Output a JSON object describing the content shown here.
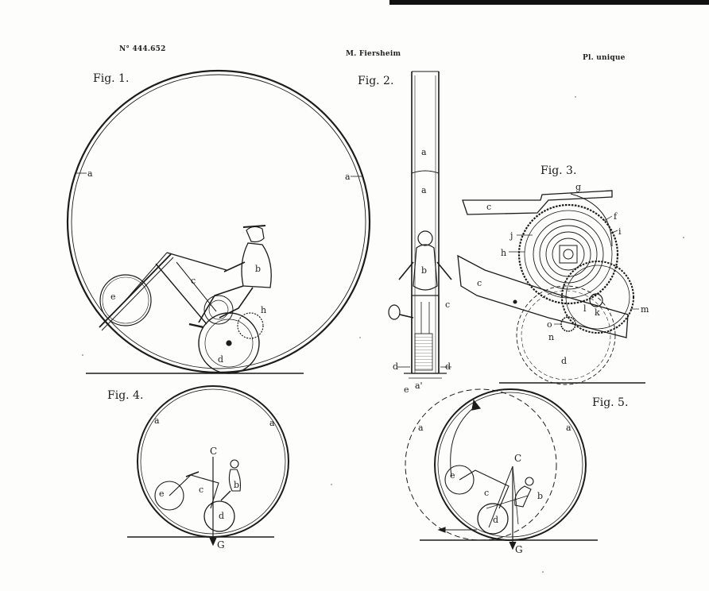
{
  "header": {
    "patent_number": "N° 444.652",
    "inventor": "M. Fiersheim",
    "plate": "Pl. unique"
  },
  "figures": {
    "fig1": {
      "title": "Fig. 1.",
      "labels": {
        "a_left": "a",
        "a_right": "a",
        "b": "b",
        "c": "c",
        "d": "d",
        "e": "e",
        "h": "h"
      }
    },
    "fig2": {
      "title": "Fig. 2.",
      "labels": {
        "a_top": "a",
        "a_mid": "a",
        "b": "b",
        "c": "c",
        "d_left": "d",
        "d_right": "d",
        "e": "e",
        "a_bottom": "a'"
      }
    },
    "fig3": {
      "title": "Fig. 3.",
      "labels": {
        "c_top": "c",
        "c_bottom": "c",
        "g": "g",
        "f": "f",
        "i": "i",
        "j": "j",
        "h": "h",
        "k": "k",
        "l": "l",
        "m": "m",
        "o": "o",
        "n": "n",
        "d": "d"
      }
    },
    "fig4": {
      "title": "Fig. 4.",
      "labels": {
        "a_left": "a",
        "a_right": "a",
        "C": "C",
        "G": "G",
        "b": "b",
        "c": "c",
        "d": "d",
        "e": "e"
      }
    },
    "fig5": {
      "title": "Fig. 5.",
      "labels": {
        "a_left": "a",
        "a_right": "a",
        "C": "C",
        "G": "G",
        "b": "b",
        "c": "c",
        "d": "d",
        "e": "e"
      }
    }
  },
  "colors": {
    "ink": "#1c1c1c",
    "paper": "#fdfdfb",
    "top_bar": "#111111"
  }
}
